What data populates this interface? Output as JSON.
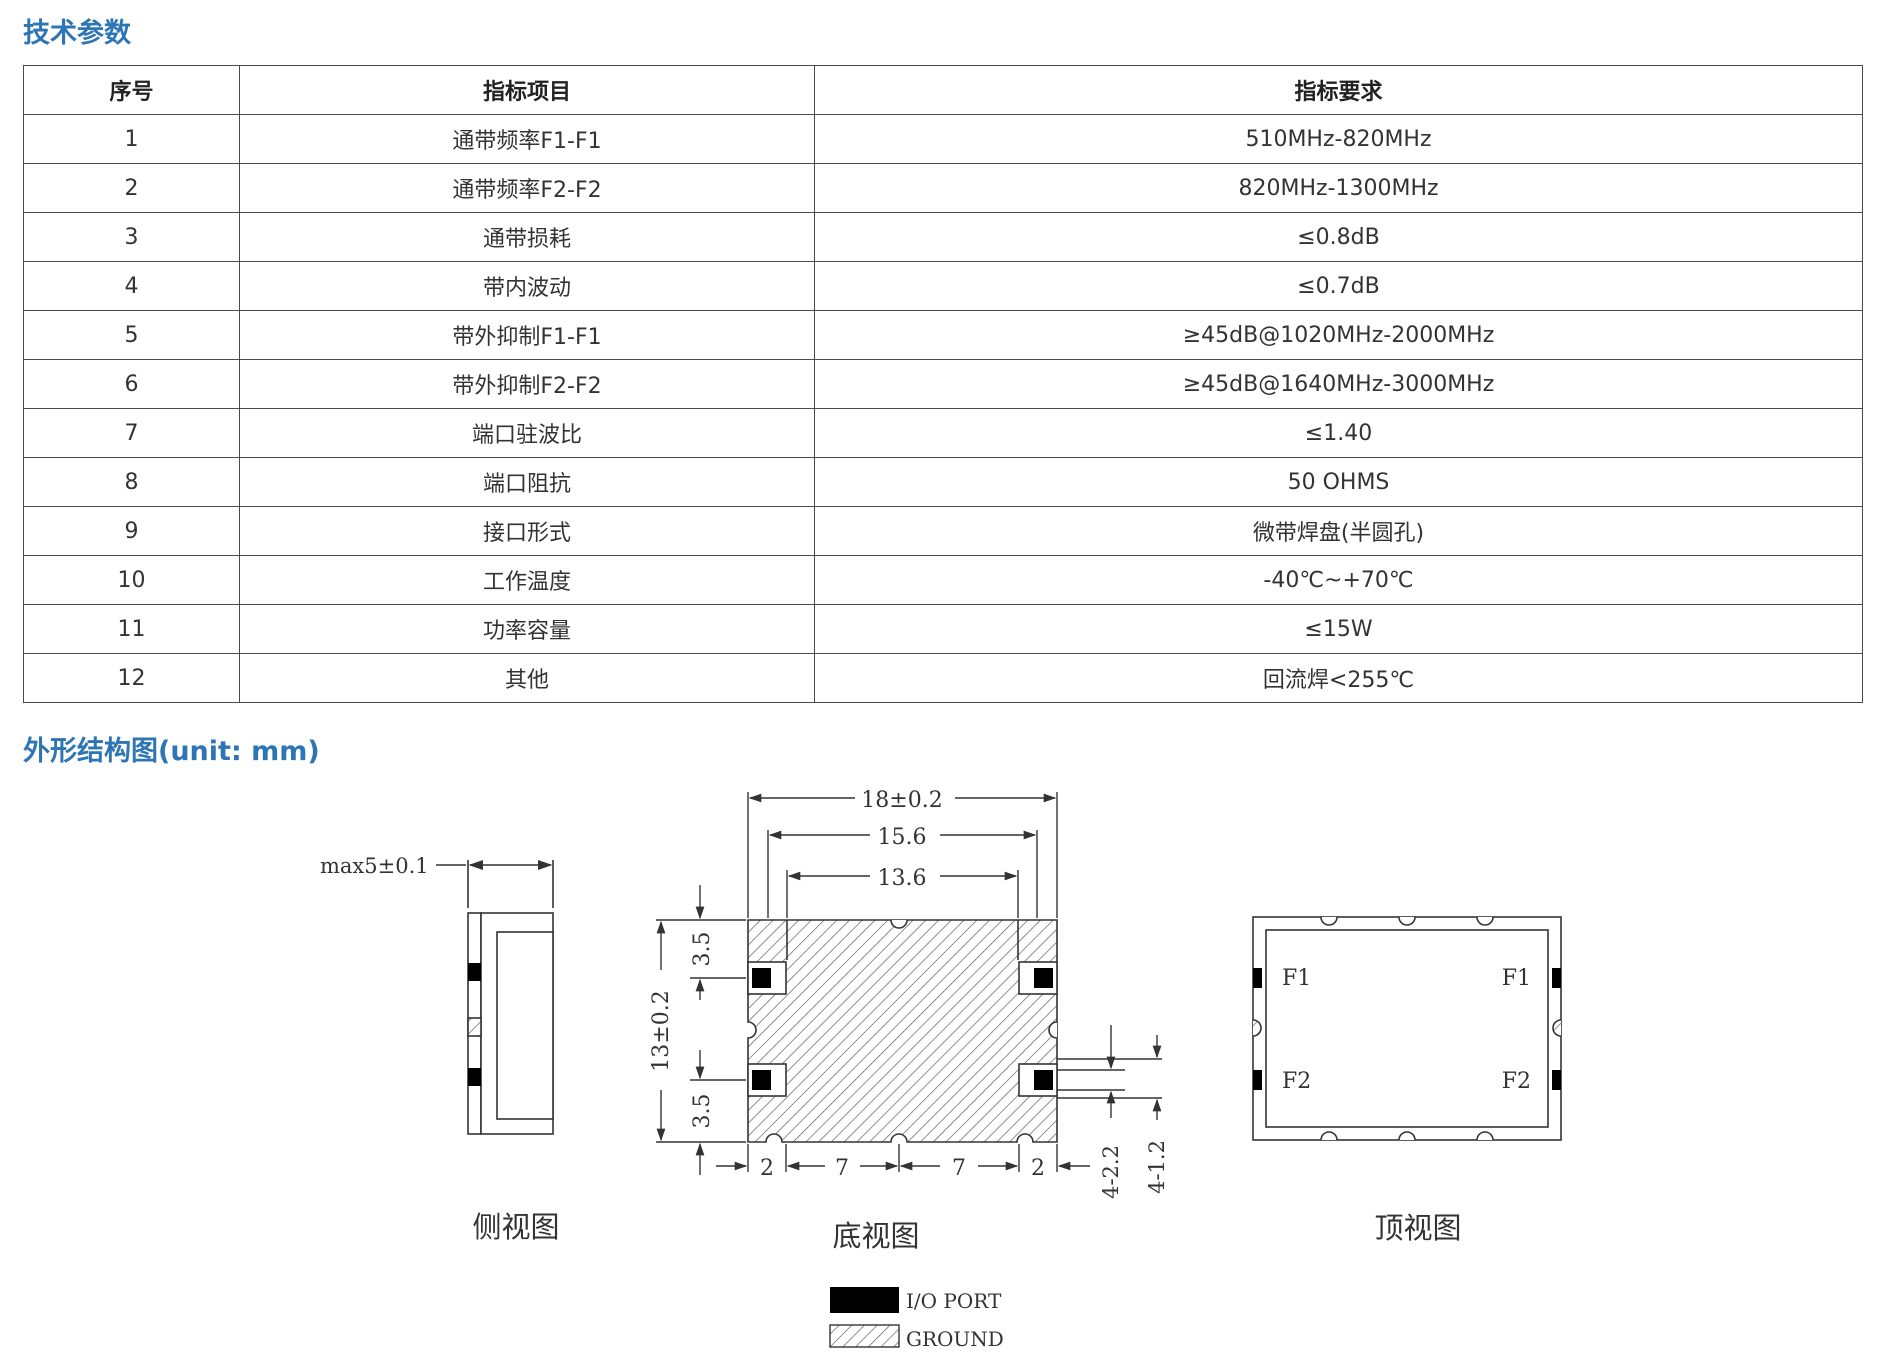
{
  "specs": {
    "title": "技术参数",
    "headers": [
      "序号",
      "指标项目",
      "指标要求"
    ],
    "rows": [
      [
        "1",
        "通带频率F1-F1",
        "510MHz-820MHz"
      ],
      [
        "2",
        "通带频率F2-F2",
        "820MHz-1300MHz"
      ],
      [
        "3",
        "通带损耗",
        "≤0.8dB"
      ],
      [
        "4",
        "带内波动",
        "≤0.7dB"
      ],
      [
        "5",
        "带外抑制F1-F1",
        "≥45dB@1020MHz-2000MHz"
      ],
      [
        "6",
        "带外抑制F2-F2",
        "≥45dB@1640MHz-3000MHz"
      ],
      [
        "7",
        "端口驻波比",
        "≤1.40"
      ],
      [
        "8",
        "端口阻抗",
        "50 OHMS"
      ],
      [
        "9",
        "接口形式",
        "微带焊盘(半圆孔)"
      ],
      [
        "10",
        "工作温度",
        "-40℃~+70℃"
      ],
      [
        "11",
        "功率容量",
        "≤15W"
      ],
      [
        "12",
        "其他",
        "回流焊<255℃"
      ]
    ]
  },
  "drawing": {
    "title": "外形结构图(unit: mm)",
    "side_view": {
      "caption": "侧视图",
      "height_dim": "max5±0.1"
    },
    "bottom_view": {
      "caption": "底视图",
      "width_outer": "18±0.2",
      "width_mid": "15.6",
      "width_inner": "13.6",
      "height_total": "13±0.2",
      "pad_top": "3.5",
      "pad_bottom": "3.5",
      "bottom_dims": [
        "2",
        "7",
        "7",
        "2"
      ],
      "slot_dim_a": "4-2.2",
      "slot_dim_b": "4-1.2"
    },
    "top_view": {
      "caption": "顶视图",
      "ports": [
        "F1",
        "F1",
        "F2",
        "F2"
      ]
    },
    "legend": {
      "io_port": "I/O PORT",
      "ground": "GROUND"
    },
    "colors": {
      "title_blue": "#2e75b6",
      "line": "#333333",
      "fill_black": "#000000"
    }
  }
}
